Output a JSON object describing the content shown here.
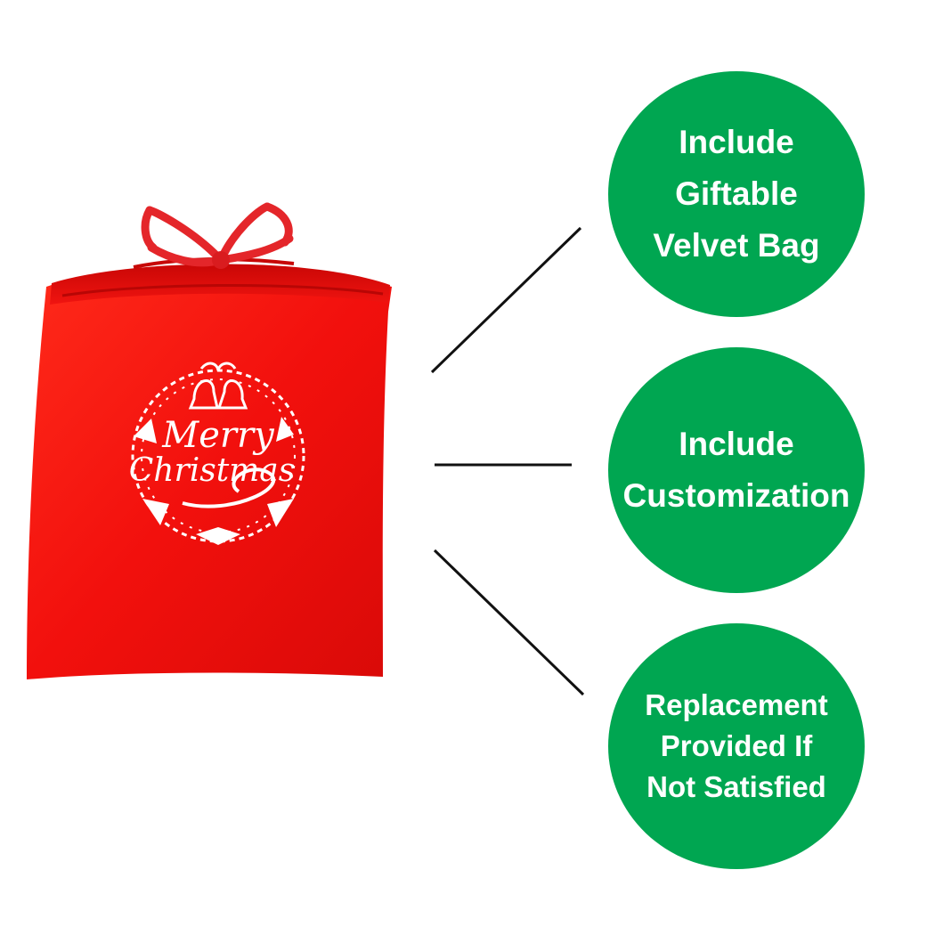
{
  "bag": {
    "print_line_1": "Merry",
    "print_line_2": "Christmas"
  },
  "features": [
    {
      "text": "Include\nGiftable\nVelvet Bag"
    },
    {
      "text": "Include\nCustomization"
    },
    {
      "text": "Replacement\nProvided If\nNot Satisfied"
    }
  ],
  "colors": {
    "bag_red": "#f2100d",
    "print_white": "#ffffff",
    "badge_green": "#00a651",
    "connector": "#111111"
  }
}
